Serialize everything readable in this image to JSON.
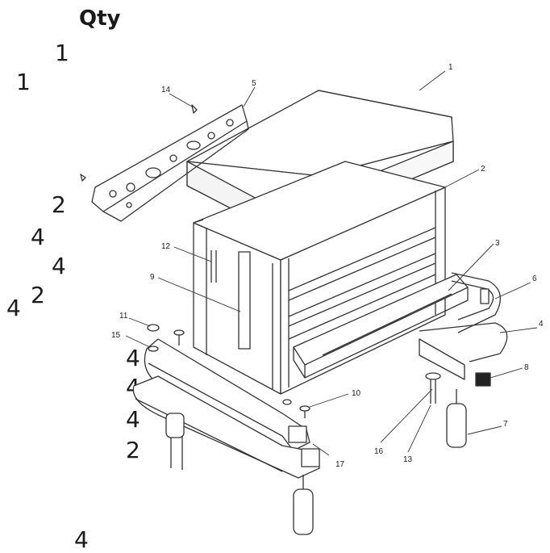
{
  "quantity_column": {
    "header": "Qty",
    "values": [
      "1",
      "1",
      "2",
      "4",
      "4",
      "2",
      "4",
      "4",
      "4",
      "4",
      "2",
      "4"
    ]
  },
  "part_callouts": [
    "1",
    "2",
    "3",
    "4",
    "5",
    "6",
    "7",
    "8",
    "9",
    "10",
    "11",
    "12",
    "13",
    "14",
    "15",
    "16",
    "17"
  ],
  "colors": {
    "line": "#333333",
    "text": "#1a1a1a"
  }
}
